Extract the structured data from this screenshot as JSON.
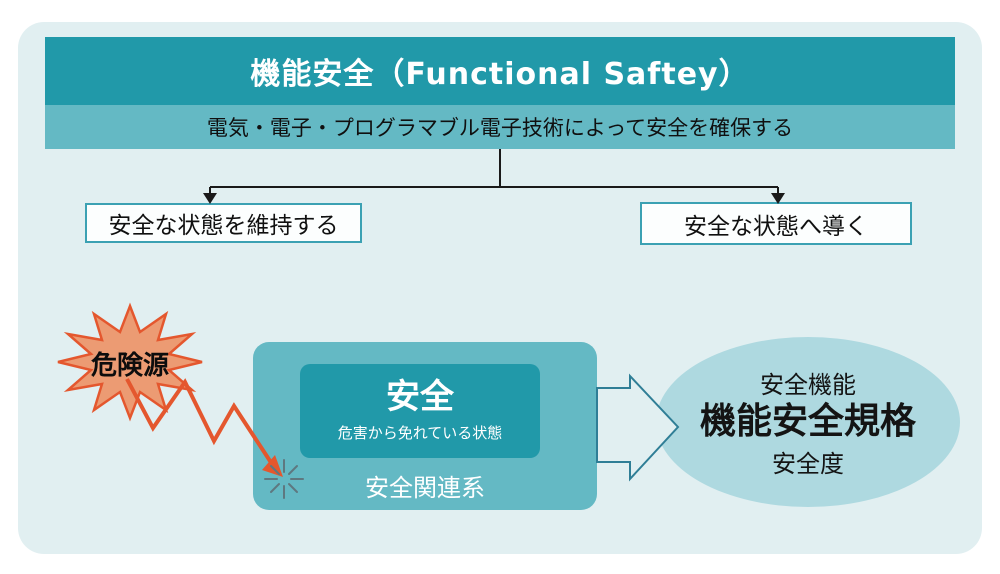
{
  "header": {
    "title": "機能安全（Functional Saftey）",
    "subtitle": "電気・電子・プログラマブル電子技術によって安全を確保する"
  },
  "branches": {
    "left": "安全な状態を維持する",
    "right": "安全な状態へ導く"
  },
  "hazard": {
    "label": "危険源"
  },
  "safety_box": {
    "title": "安全",
    "description": "危害から免れている状態",
    "caption": "安全関連系"
  },
  "result": {
    "top": "安全機能",
    "main": "機能安全規格",
    "bottom": "安全度"
  },
  "colors": {
    "panel-bg": "#e1eff1",
    "teal-dark": "#2199a9",
    "teal-mid": "#64b9c4",
    "box-border": "#3ba1b3",
    "ellipse-bg": "#aed9e0",
    "orange-fill": "#ec9b73",
    "orange-stroke": "#e4572e",
    "arrow-outline": "#2f7e96",
    "line-color": "#1a1a1a",
    "spark-color": "#5e7880"
  }
}
